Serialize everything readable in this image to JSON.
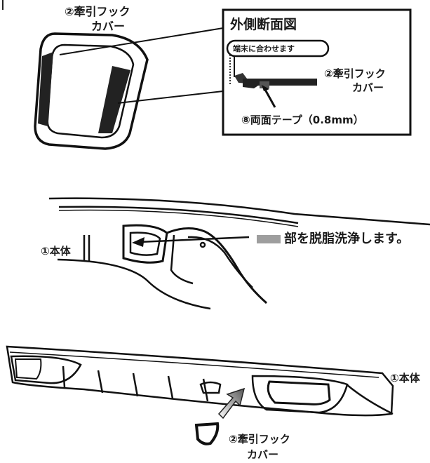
{
  "panel1": {
    "label_top_line1": "②牽引フック",
    "label_top_line2": "カバー",
    "section_title": "外側断面図",
    "callout": "端末に合わせます",
    "cover_label_line1": "②牽引フック",
    "cover_label_line2": "カバー",
    "tape_label": "⑧両面テープ（0.8mm）"
  },
  "panel2": {
    "body_label": "①本体",
    "instruction": "部を脱脂洗浄します。"
  },
  "panel3": {
    "body_label": "①本体",
    "cover_label_line1": "②牽引フック",
    "cover_label_line2": "カバー"
  }
}
